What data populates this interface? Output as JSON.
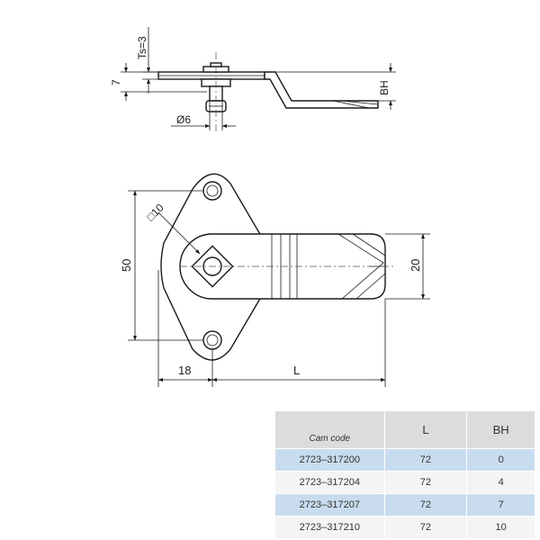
{
  "dimensions": {
    "ts": "Ts=3",
    "height_7": "7",
    "bh": "BH",
    "diameter": "Ø6",
    "square": "□10",
    "height_50": "50",
    "width_20": "20",
    "offset_18": "18",
    "length": "L"
  },
  "table": {
    "headers": [
      "Cam code",
      "L",
      "BH"
    ],
    "rows": [
      {
        "code": "2723–317200",
        "l": "72",
        "bh": "0"
      },
      {
        "code": "2723–317204",
        "l": "72",
        "bh": "4"
      },
      {
        "code": "2723–317207",
        "l": "72",
        "bh": "7"
      },
      {
        "code": "2723–317210",
        "l": "72",
        "bh": "10"
      }
    ]
  },
  "colors": {
    "header_bg": "#dcdcdc",
    "row_blue": "#c9dcef",
    "row_light": "#f4f4f4",
    "line": "#1a1a1a"
  }
}
